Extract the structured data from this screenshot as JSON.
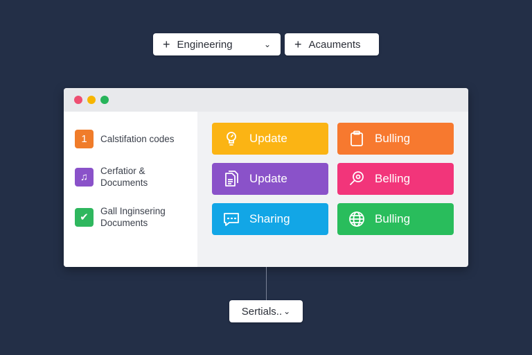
{
  "top_buttons": [
    {
      "label": "Engineering",
      "icon": "plus-icon",
      "has_dropdown": true
    },
    {
      "label": "Acauments",
      "icon": "plus-icon",
      "has_dropdown": false
    }
  ],
  "window": {
    "traffic_lights": [
      "#ee4f72",
      "#f7b500",
      "#27b45a"
    ],
    "sidebar": {
      "items": [
        {
          "icon_text": "1",
          "icon": "number-one-icon",
          "color": "#f07c2a",
          "label": "Calstifation codes"
        },
        {
          "icon_text": "♫",
          "icon": "music-note-icon",
          "color": "#8a52c9",
          "label": "Cerfatior &\nDocuments"
        },
        {
          "icon_text": "✔",
          "icon": "check-icon",
          "color": "#2fb75e",
          "label": "Gall Inginsering\nDocuments"
        }
      ]
    },
    "tiles": [
      {
        "label": "Update",
        "color": "#fbb414",
        "icon": "lightbulb-icon"
      },
      {
        "label": "Bulling",
        "color": "#f7792f",
        "icon": "clipboard-icon"
      },
      {
        "label": "Update",
        "color": "#8a52c9",
        "icon": "document-icon"
      },
      {
        "label": "Belling",
        "color": "#f2357a",
        "icon": "search-icon"
      },
      {
        "label": "Sharing",
        "color": "#12a6e6",
        "icon": "chat-icon"
      },
      {
        "label": "Bulling",
        "color": "#29bd5c",
        "icon": "globe-icon"
      }
    ]
  },
  "bottom_button": {
    "label": "Sertials..",
    "icon": "chevron-down-icon"
  }
}
